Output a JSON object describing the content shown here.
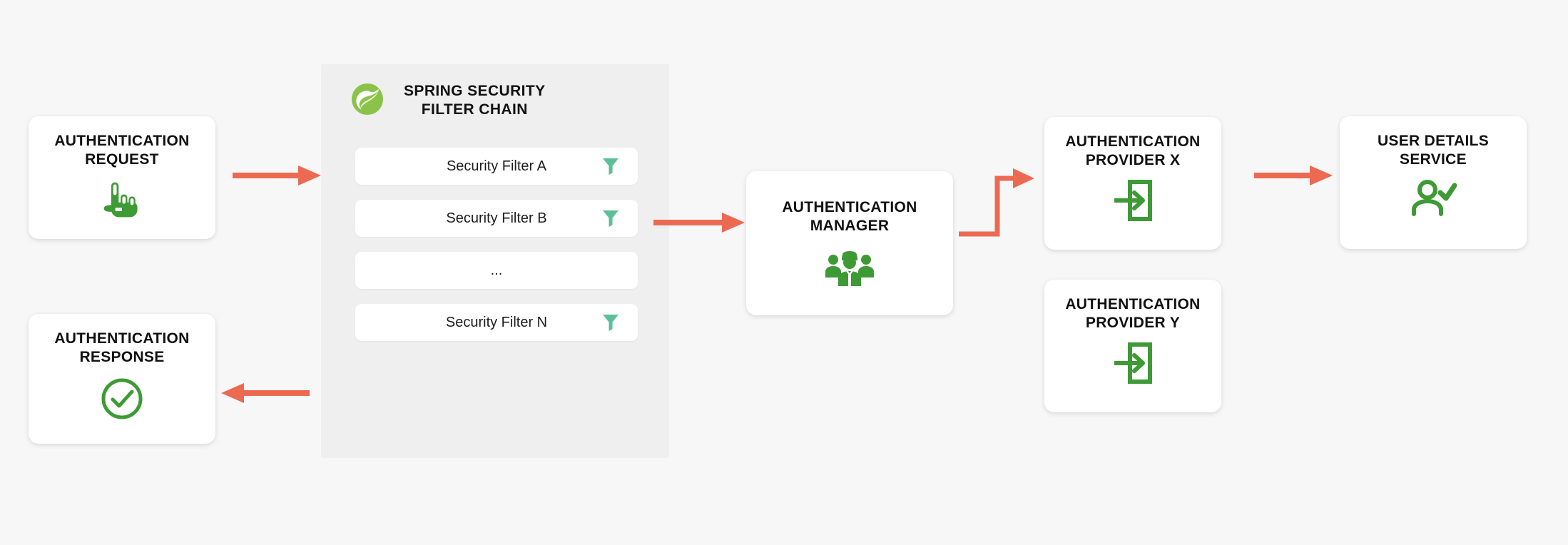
{
  "page": {
    "background_color": "#f7f7f7",
    "arrow_color": "#ec6a52",
    "icon_green": "#3e9a35",
    "funnel_green": "#5cbf97",
    "panel_background": "#efefef"
  },
  "cards": {
    "auth_request": {
      "title": "AUTHENTICATION\nREQUEST",
      "icon": "pointing-hand-icon"
    },
    "auth_response": {
      "title": "AUTHENTICATION\nRESPONSE",
      "icon": "check-circle-icon"
    },
    "auth_manager": {
      "title": "AUTHENTICATION\nMANAGER",
      "icon": "management-team-icon"
    },
    "provider_x": {
      "title": "AUTHENTICATION\nPROVIDER X",
      "icon": "login-door-icon"
    },
    "provider_y": {
      "title": "AUTHENTICATION\nPROVIDER Y",
      "icon": "login-door-icon"
    },
    "user_details_service": {
      "title": "USER DETAILS\nSERVICE",
      "icon": "user-check-icon"
    }
  },
  "filter_chain": {
    "title": "SPRING SECURITY\nFILTER CHAIN",
    "logo": "spring-leaf-logo",
    "rows": [
      {
        "label": "Security Filter A",
        "icon": "funnel-filter-icon",
        "has_icon": true
      },
      {
        "label": "Security Filter B",
        "icon": "funnel-filter-icon",
        "has_icon": true
      },
      {
        "label": "...",
        "icon": "",
        "has_icon": false
      },
      {
        "label": "Security Filter N",
        "icon": "funnel-filter-icon",
        "has_icon": true
      }
    ]
  },
  "arrows": [
    {
      "name": "arrow-request-to-filter-chain",
      "direction": "right"
    },
    {
      "name": "arrow-filter-chain-to-manager",
      "direction": "right"
    },
    {
      "name": "arrow-manager-to-provider-x",
      "direction": "elbow-up-right"
    },
    {
      "name": "arrow-provider-x-to-user-details",
      "direction": "right"
    },
    {
      "name": "arrow-filter-chain-to-response",
      "direction": "left"
    }
  ]
}
